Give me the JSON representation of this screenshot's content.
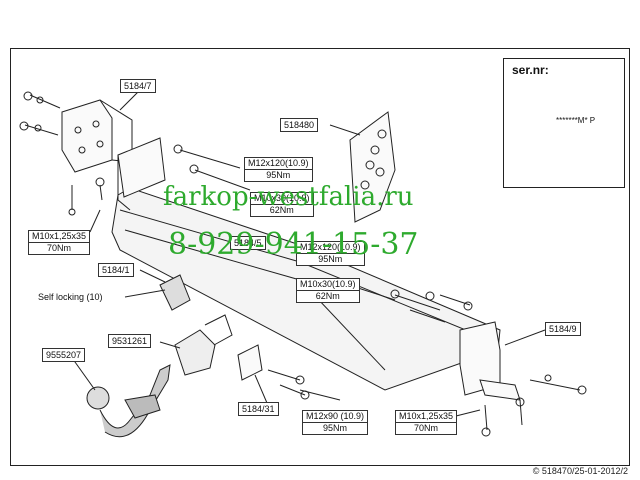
{
  "watermark": {
    "site": "farkop-westfalia.ru",
    "phone": "8-929-941-15-37",
    "color": "#2eaa2e"
  },
  "serial_box": {
    "title": "ser.nr:",
    "plate_text": "*******M* P",
    "icons": [
      "warning-triangle-icon",
      "eye-icon"
    ]
  },
  "parts": {
    "p5184_7": "5184/7",
    "p518480": "518480",
    "p5184_5": "5184/5",
    "p5184_1": "5184/1",
    "p9531261": "9531261",
    "p9555207": "9555207",
    "p5184_31": "5184/31",
    "p5184_9": "5184/9",
    "self_locking": "Self locking (10)"
  },
  "specs": {
    "left_bolt": {
      "size": "M10x1,25x35",
      "torque": "70Nm"
    },
    "top_bolt1": {
      "size": "M12x120(10.9)",
      "torque": "95Nm"
    },
    "top_bolt2": {
      "size": "M10x30(10.9)",
      "torque": "62Nm"
    },
    "right_bolt1": {
      "size": "M12x120(10.9)",
      "torque": "95Nm"
    },
    "right_bolt2": {
      "size": "M10x30(10.9)",
      "torque": "62Nm"
    },
    "bottom_bolt1": {
      "size": "M12x90 (10.9)",
      "torque": "95Nm"
    },
    "bottom_bolt2": {
      "size": "M10x1,25x35",
      "torque": "70Nm"
    }
  },
  "footer": {
    "copyright": "© 518470/25-01-2012/2"
  }
}
